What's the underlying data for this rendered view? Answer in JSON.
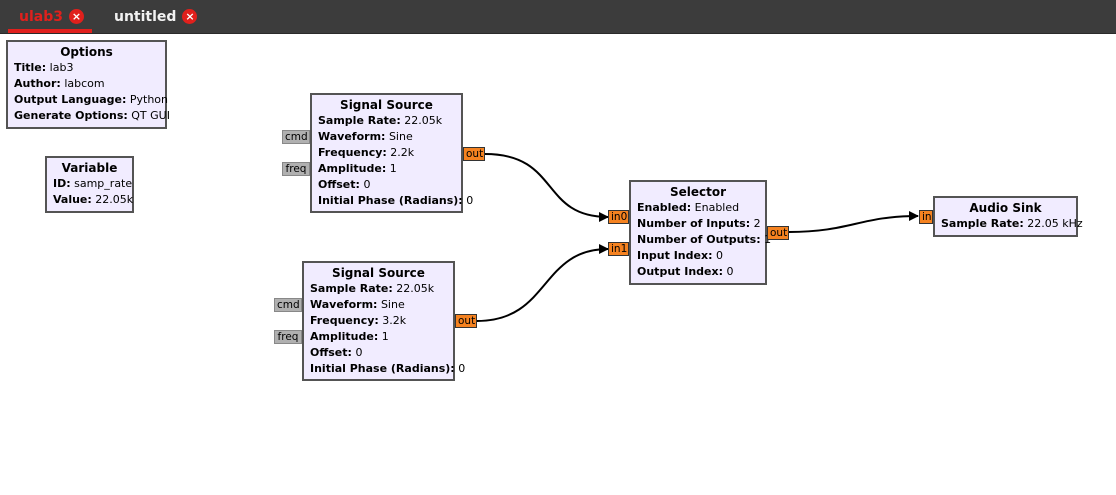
{
  "tabs": [
    {
      "label": "ulab3",
      "active": true
    },
    {
      "label": "untitled",
      "active": false
    }
  ],
  "icons": {
    "tab_close": "close-icon",
    "tab_close_glyph": "×"
  },
  "colors": {
    "accent": "#e0201c",
    "block_bg": "#f1ecff",
    "stream_port": "#f58220",
    "message_port": "#b0b0b0"
  },
  "blocks": {
    "options": {
      "title": "Options",
      "params": [
        {
          "key": "Title:",
          "value": "lab3"
        },
        {
          "key": "Author:",
          "value": "labcom"
        },
        {
          "key": "Output Language:",
          "value": "Python"
        },
        {
          "key": "Generate Options:",
          "value": "QT GUI"
        }
      ]
    },
    "variable": {
      "title": "Variable",
      "params": [
        {
          "key": "ID:",
          "value": "samp_rate"
        },
        {
          "key": "Value:",
          "value": "22.05k"
        }
      ]
    },
    "signal_source_1": {
      "title": "Signal Source",
      "params": [
        {
          "key": "Sample Rate:",
          "value": "22.05k"
        },
        {
          "key": "Waveform:",
          "value": "Sine"
        },
        {
          "key": "Frequency:",
          "value": "2.2k"
        },
        {
          "key": "Amplitude:",
          "value": "1"
        },
        {
          "key": "Offset:",
          "value": "0"
        },
        {
          "key": "Initial Phase (Radians):",
          "value": "0"
        }
      ],
      "ports": {
        "cmd": "cmd",
        "freq": "freq",
        "out": "out"
      }
    },
    "signal_source_2": {
      "title": "Signal Source",
      "params": [
        {
          "key": "Sample Rate:",
          "value": "22.05k"
        },
        {
          "key": "Waveform:",
          "value": "Sine"
        },
        {
          "key": "Frequency:",
          "value": "3.2k"
        },
        {
          "key": "Amplitude:",
          "value": "1"
        },
        {
          "key": "Offset:",
          "value": "0"
        },
        {
          "key": "Initial Phase (Radians):",
          "value": "0"
        }
      ],
      "ports": {
        "cmd": "cmd",
        "freq": "freq",
        "out": "out"
      }
    },
    "selector": {
      "title": "Selector",
      "params": [
        {
          "key": "Enabled:",
          "value": "Enabled"
        },
        {
          "key": "Number of Inputs:",
          "value": "2"
        },
        {
          "key": "Number of Outputs:",
          "value": "1"
        },
        {
          "key": "Input Index:",
          "value": "0"
        },
        {
          "key": "Output Index:",
          "value": "0"
        }
      ],
      "ports": {
        "in0": "in0",
        "in1": "in1",
        "out": "out"
      }
    },
    "audio_sink": {
      "title": "Audio Sink",
      "params": [
        {
          "key": "Sample Rate:",
          "value": "22.05 kHz"
        }
      ],
      "ports": {
        "in": "in"
      }
    }
  }
}
